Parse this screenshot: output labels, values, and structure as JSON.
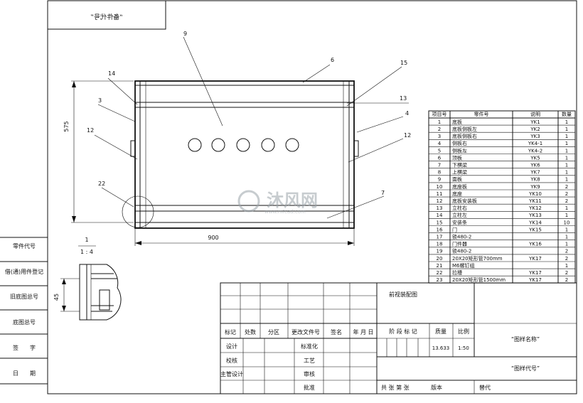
{
  "drawing": {
    "stamp_mirrored": "“备件代号”",
    "dim_height": "575",
    "dim_width": "900",
    "detail_scale_top": "1",
    "detail_scale_bottom": "1 : 4",
    "detail_dim": "45",
    "watermark_brand": "沐风网",
    "watermark_url": "www.mfcad.com",
    "callouts": [
      "9",
      "6",
      "14",
      "15",
      "13",
      "3",
      "4",
      "12",
      "12",
      "22",
      "7"
    ]
  },
  "side_strip": {
    "labels": [
      "零件代号",
      "借(通)用件登记",
      "旧底图总号",
      "底图总号",
      "签　　字",
      "日　　期"
    ]
  },
  "bom": {
    "headers": [
      "项目号",
      "零件号",
      "说明",
      "数量"
    ],
    "rows": [
      [
        "1",
        "底板",
        "YK1",
        "1"
      ],
      [
        "2",
        "底板侧板左",
        "YK2",
        "1"
      ],
      [
        "3",
        "底板侧板右",
        "YK3",
        "1"
      ],
      [
        "4",
        "侧板右",
        "YK4-1",
        "1"
      ],
      [
        "5",
        "侧板左",
        "YK4-2",
        "1"
      ],
      [
        "6",
        "顶板",
        "YK5",
        "1"
      ],
      [
        "7",
        "下横梁",
        "YK6",
        "1"
      ],
      [
        "8",
        "上横梁",
        "YK7",
        "1"
      ],
      [
        "9",
        "面板",
        "YK8",
        "1"
      ],
      [
        "10",
        "底座板",
        "YK9",
        "2"
      ],
      [
        "11",
        "底座",
        "YK10",
        "2"
      ],
      [
        "12",
        "底板安装板",
        "YK11",
        "2"
      ],
      [
        "13",
        "立柱右",
        "YK12",
        "1"
      ],
      [
        "14",
        "立柱左",
        "YK13",
        "1"
      ],
      [
        "15",
        "安装条",
        "YK14",
        "10"
      ],
      [
        "16",
        "门",
        "YK15",
        "1"
      ],
      [
        "17",
        "锁480-2",
        "",
        "1"
      ],
      [
        "18",
        "门件器",
        "YK16",
        "1"
      ],
      [
        "19",
        "锁480-2",
        "",
        "2"
      ],
      [
        "20",
        "20X20矩形管700mm",
        "YK17",
        "2"
      ],
      [
        "21",
        "M6螺钉组",
        "",
        "1"
      ],
      [
        "22",
        "拉槽",
        "YK17",
        "2"
      ],
      [
        "23",
        "20X20矩形管1500mm",
        "YK17",
        "2"
      ]
    ]
  },
  "title_block": {
    "drawing_name": "前视装配图",
    "rev_headers": [
      "标记",
      "处数",
      "分区",
      "更改文件号",
      "签名",
      "年 月 日"
    ],
    "sign_labels": [
      "设计",
      "校核",
      "主管设计"
    ],
    "std_labels": [
      "标准化",
      "工艺",
      "审核",
      "批准"
    ],
    "stage_label": "阶 段 标 记",
    "mass_label": "质量",
    "scale_label": "比例",
    "mass_value": "13.633",
    "scale_value": "1:50",
    "name_placeholder": "“图样名称”",
    "code_placeholder": "“图样代号”",
    "sheets_label": "共  张  第  张",
    "version_label": "版本",
    "replace_label": "替代"
  },
  "colors": {
    "line": "#111111",
    "paper": "#ffffff",
    "watermark": "#cfd4d8"
  }
}
